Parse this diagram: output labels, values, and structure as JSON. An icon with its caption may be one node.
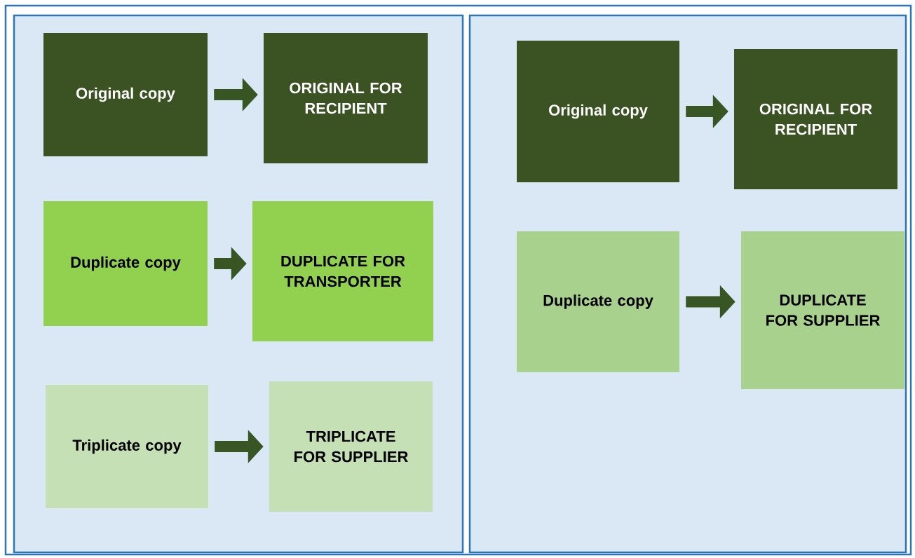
{
  "diagram": {
    "nodes": [
      {
        "text": [],
        "shape": "box"
      },
      {
        "text": [
          "Original copy"
        ],
        "in": 0
      },
      {
        "text": [
          "ORIGINAL FOR RECIPIENT"
        ],
        "in": 0
      },
      {
        "text": [
          "Duplicate copy"
        ],
        "in": 0
      },
      {
        "text": [
          "DUPLICATE FOR TRANSPORTER"
        ],
        "in": 0
      },
      {
        "text": [
          "Triplicate copy"
        ],
        "in": 0
      },
      {
        "text": [
          "TRIPLICATE FOR SUPPLIER"
        ],
        "in": 0
      },
      {
        "text": [],
        "shape": "box"
      },
      {
        "text": [
          "Original copy"
        ],
        "in": 7
      },
      {
        "text": [
          "ORIGINAL FOR RECIPIENT"
        ],
        "in": 7
      },
      {
        "text": [
          "Duplicate copy"
        ],
        "in": 7
      },
      {
        "text": [
          "DUPLICATE FOR SUPPLIER"
        ],
        "in": 7
      }
    ],
    "edges": [
      {
        "from": 1,
        "to": 2,
        "arrow": "to"
      },
      {
        "from": 3,
        "to": 4,
        "arrow": "to"
      },
      {
        "from": 5,
        "to": 6,
        "arrow": "to"
      },
      {
        "from": 8,
        "to": 9,
        "arrow": "to"
      },
      {
        "from": 10,
        "to": 11,
        "arrow": "to"
      }
    ]
  }
}
